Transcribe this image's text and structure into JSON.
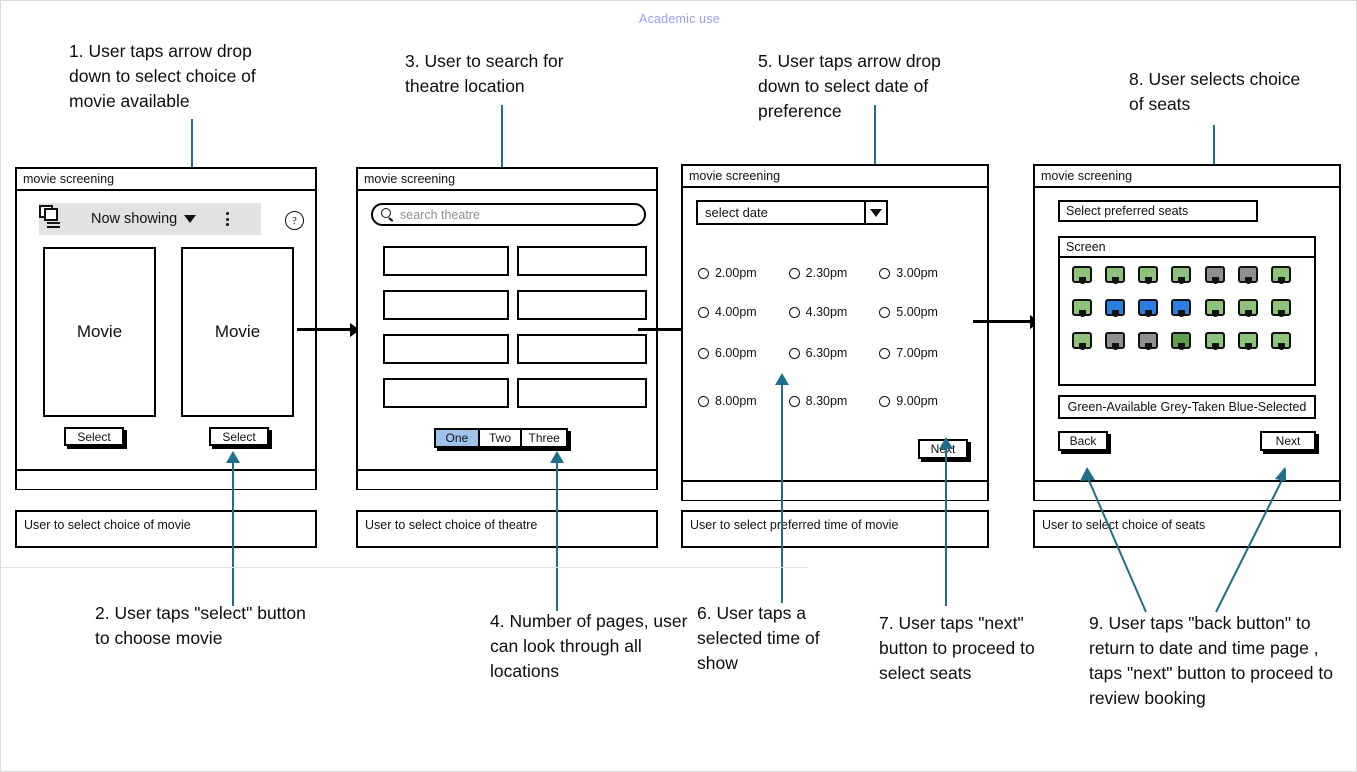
{
  "watermark": "Academic use",
  "annotations": [
    {
      "id": 1,
      "text": "1.  User taps arrow drop down to select choice of movie available"
    },
    {
      "id": 2,
      "text": "2. User taps \"select\" button to choose movie"
    },
    {
      "id": 3,
      "text": "3. User to search for theatre location"
    },
    {
      "id": 4,
      "text": "4. Number of pages, user can look through all locations"
    },
    {
      "id": 5,
      "text": "5. User taps arrow drop down to select date of preference"
    },
    {
      "id": 6,
      "text": "6. User taps a selected time of show"
    },
    {
      "id": 7,
      "text": "7. User taps \"next\" button to proceed to select seats"
    },
    {
      "id": 8,
      "text": "8. User selects choice of seats"
    },
    {
      "id": 9,
      "text": "9. User taps \"back button\" to return to date and time page , taps \"next\" button to proceed to review booking"
    }
  ],
  "screens": [
    {
      "title": "movie screening",
      "caption": "User to select choice of movie",
      "toolbar": {
        "label": "Now showing",
        "caret_icon": "chevron-down-icon",
        "overflow_icon": "three-dot-menu-icon",
        "help_icon": "help-circle-icon",
        "stack_icon": "stacked-cards-icon"
      },
      "posters": [
        {
          "label": "Movie",
          "button": "Select"
        },
        {
          "label": "Movie",
          "button": "Select"
        }
      ]
    },
    {
      "title": "movie screening",
      "caption": "User to select choice of theatre",
      "search": {
        "placeholder": "search theatre",
        "icon": "search-icon"
      },
      "theatre_cells": 8,
      "pager": {
        "options": [
          "One",
          "Two",
          "Three"
        ],
        "selected": "One",
        "selected_color": "#9ec3ea"
      }
    },
    {
      "title": "movie screening",
      "caption": "User to select preferred time of movie",
      "date_dropdown": {
        "value": "select date",
        "icon": "chevron-down-icon"
      },
      "times": [
        [
          "2.00pm",
          "2.30pm",
          "3.00pm"
        ],
        [
          "4.00pm",
          "4.30pm",
          "5.00pm"
        ],
        [
          "6.00pm",
          "6.30pm",
          "7.00pm"
        ],
        [
          "8.00pm",
          "8.30pm",
          "9.00pm"
        ]
      ],
      "next_button": "Next"
    },
    {
      "title": "movie screening",
      "caption": "User to select choice of seats",
      "header_field": "Select preferred seats",
      "screen_label": "Screen",
      "legend": "Green-Available Grey-Taken Blue-Selected",
      "back_button": "Back",
      "next_button": "Next",
      "seat_colors": {
        "available": "#8cc27a",
        "available_dark": "#5da04a",
        "taken": "#8f8f8f",
        "selected": "#2a7de1"
      },
      "seat_rows": [
        [
          "available",
          "available",
          "available",
          "available",
          "taken",
          "taken",
          "available"
        ],
        [
          "available",
          "selected",
          "selected",
          "selected",
          "available",
          "available",
          "available"
        ],
        [
          "available",
          "taken",
          "taken",
          "available_dark",
          "available",
          "available",
          "available"
        ]
      ]
    }
  ]
}
